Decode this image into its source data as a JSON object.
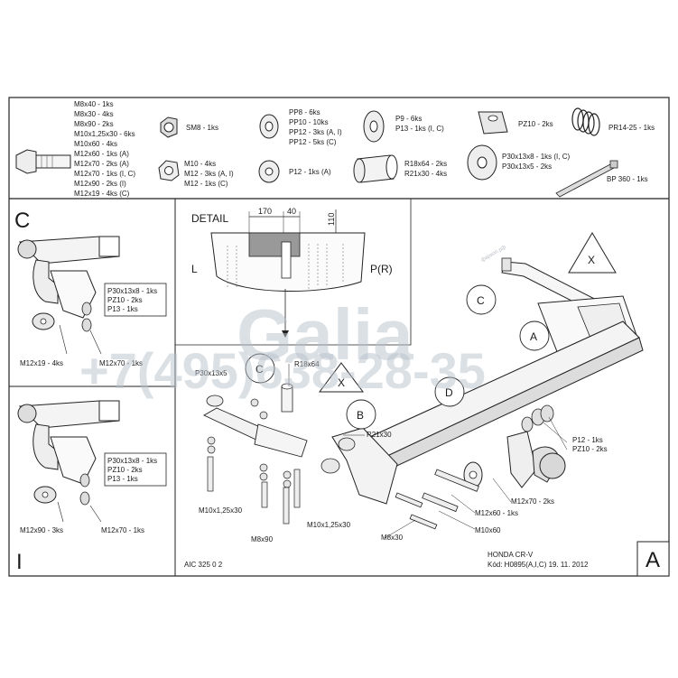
{
  "hardware_panel": {
    "bolts_long": [
      "M8x40 - 1ks",
      "M8x30 - 4ks",
      "M8x90 - 2ks",
      "M10x1,25x30 - 6ks",
      "M10x60 - 4ks",
      "M12x60 - 1ks (A)",
      "M12x70 - 2ks (A)",
      "M12x70 - 1ks (I, C)",
      "M12x90 - 2ks (I)",
      "M12x19 - 4ks (C)"
    ],
    "nut_sm8": "SM8 - 1ks",
    "nuts_hex": [
      "M10 - 4ks",
      "M12 - 3ks (A, I)",
      "M12 - 1ks (C)"
    ],
    "washers_pp": [
      "PP8 - 6ks",
      "PP10 - 10ks",
      "PP12 - 3ks (A, I)",
      "PP12 - 5ks (C)"
    ],
    "washer_p12": "P12 - 1ks (A)",
    "washers_p9": [
      "P9 - 6ks",
      "P13 - 1ks (I, C)"
    ],
    "tubes": [
      "R18x64 - 2ks",
      "R21x30 - 4ks"
    ],
    "pz10": "PZ10 - 2ks",
    "spacers": [
      "P30x13x8 - 1ks (I, C)",
      "P30x13x5 - 2ks"
    ],
    "spring": "PR14-25 - 1ks",
    "tie": "BP 360 - 1ks"
  },
  "panel_c": {
    "letter": "C",
    "note": [
      "P30x13x8 - 1ks",
      "PZ10 - 2ks",
      "P13 - 1ks"
    ],
    "label_left": "M12x19 - 4ks",
    "label_right": "M12x70 - 1ks"
  },
  "panel_i": {
    "letter": "I",
    "note": [
      "P30x13x8 - 1ks",
      "PZ10 - 2ks",
      "P13 - 1ks"
    ],
    "label_left": "M12x90 - 3ks",
    "label_right": "M12x70 - 1ks"
  },
  "detail": {
    "title": "DETAIL",
    "dim_170": "170",
    "dim_40": "40",
    "dim_110": "110",
    "left": "L",
    "right": "P(R)"
  },
  "assembly": {
    "label_p30": "P30x13x5",
    "label_r18": "R18x64",
    "label_r21": "R21x30",
    "label_m10_left": "M10x1,25x30",
    "label_m10_mid": "M10x1,25x30",
    "label_m8x90": "M8x90",
    "label_m8x30": "M8x30",
    "label_m12x70": "M12x70 - 2ks",
    "label_m12x60": "M12x60 - 1ks",
    "label_m10x60": "M10x60",
    "label_p12": "P12 - 1ks",
    "label_pz10": "PZ10 - 2ks",
    "callouts": [
      "A",
      "B",
      "C",
      "C",
      "D"
    ],
    "warning": "X",
    "model": "HONDA CR-V",
    "code": "Kód: H0895(A,I,C)  19. 11. 2012",
    "drawing_no": "AIC 325 0 2",
    "corner": "A"
  },
  "watermark": {
    "brand": "Galia",
    "phone": "+7(495)638-28-35",
    "small": "фаркоп.рф"
  }
}
